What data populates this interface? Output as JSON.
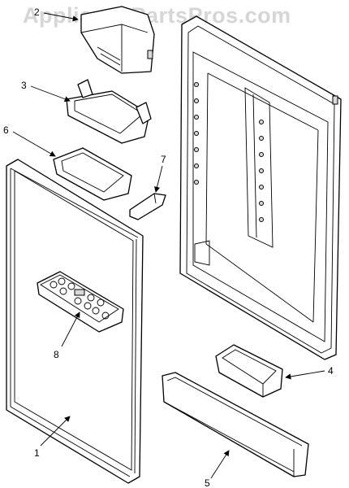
{
  "watermark": "AppliancePartsPros.com",
  "callouts": {
    "c1": "1",
    "c2": "2",
    "c3": "3",
    "c4": "4",
    "c5": "5",
    "c6": "6",
    "c7": "7",
    "c8": "8"
  }
}
